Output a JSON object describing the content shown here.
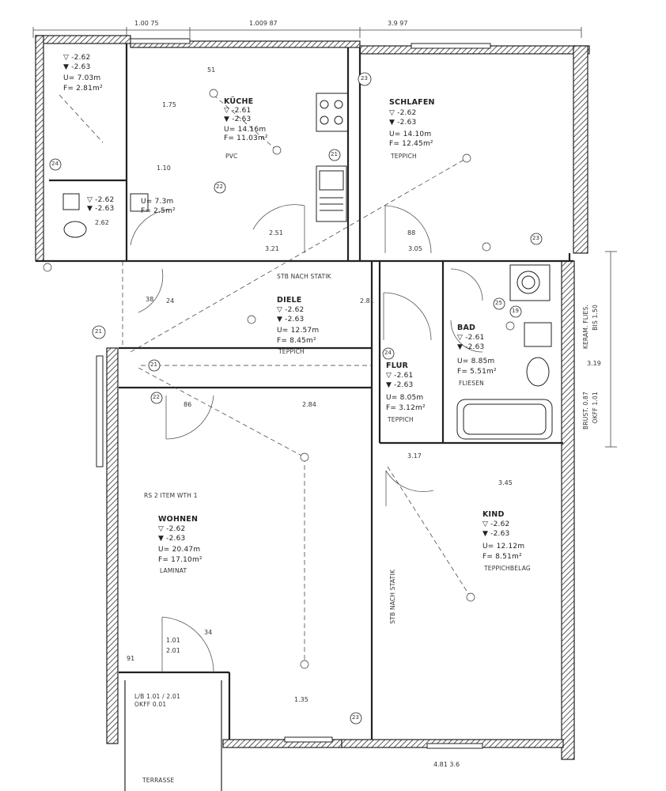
{
  "top_dims": [
    "1.00 75",
    "1.009 87",
    "3.9 97"
  ],
  "bottom_dim": "4.81  3.6",
  "rooms": {
    "kuche": {
      "name": "KÜCHE",
      "v1": "▽ -2.61",
      "v2": "▼ -2.63",
      "u": "U= 14.16m",
      "f": "F= 11.03m²",
      "floor": "PVC"
    },
    "schlafen": {
      "name": "SCHLAFEN",
      "v1": "▽ -2.62",
      "v2": "▼ -2.63",
      "u": "U= 14.10m",
      "f": "F= 12.45m²",
      "floor": "TEPPICH"
    },
    "bad": {
      "v1": "▽ -2.62",
      "v2": "▼ -2.63",
      "u": "U= 7.03m",
      "f": "F= 2.81m²"
    },
    "wc": {
      "v1": "▽ -2.62",
      "v2": "▼ -2.63",
      "u": "U= 7.3m",
      "f": "F= 2.5m²"
    },
    "diele": {
      "name": "DIELE",
      "v1": "▽ -2.62",
      "v2": "▼ -2.63",
      "u": "U= 12.57m",
      "f": "F= 8.45m²",
      "floor": "TEPPICH"
    },
    "flur": {
      "name": "FLUR",
      "v1": "▽ -2.61",
      "v2": "▼ -2.63",
      "u": "U= 8.05m",
      "f": "F= 3.12m²",
      "floor": "TEPPICH"
    },
    "bad2": {
      "name": "BAD",
      "v1": "▽ -2.61",
      "v2": "▼ -2.63",
      "u": "U= 8.85m",
      "f": "F= 5.51m²",
      "floor": "FLIESEN"
    },
    "wohnen": {
      "name": "WOHNEN",
      "v1": "▽ -2.62",
      "v2": "▼ -2.63",
      "u": "U= 20.47m",
      "f": "F= 17.10m²",
      "floor": "LAMINAT"
    },
    "kind": {
      "name": "KIND",
      "v1": "▽ -2.62",
      "v2": "▼ -2.63",
      "u": "U= 12.12m",
      "f": "F= 8.51m²",
      "floor": "TEPPICHBELAG"
    }
  },
  "notes": {
    "diele_wall": "STB NACH STATIK",
    "kind_wall": "STB NACH STATIK",
    "wohnen_wall": "RS 2 ITEM WTH 1",
    "terrasse": "TERRASSE",
    "glass_door": "L/B 1.01 / 2.01",
    "glass_door2": "OKFF 0.01",
    "right_side1": "BRÜST. 0.87",
    "right_side2": "OKFF 1.01",
    "right_side3": "KERAM. FLIES.",
    "right_side4": "BIS 1.50"
  },
  "dims": {
    "d_51": "51",
    "d_262": "2.62",
    "d_281": "2.81",
    "d_284": "2.84",
    "d_321": "3.21",
    "d_305": "3.05",
    "d_317": "3.17",
    "d_319": "3.19",
    "d_201": "2.01",
    "d_345": "3.45",
    "d_88": "88",
    "d_101": "1.01",
    "d_135": "1.35",
    "d_175": "1.75",
    "d_91": "91",
    "d_38": "38",
    "d_24": "24",
    "d_110": "1.10",
    "d_251": "2.51",
    "d_86": "86",
    "d_34": "34"
  },
  "markers": [
    "23",
    "21",
    "24",
    "22",
    "23",
    "25",
    "21",
    "21",
    "22",
    "24",
    "19",
    "23"
  ]
}
